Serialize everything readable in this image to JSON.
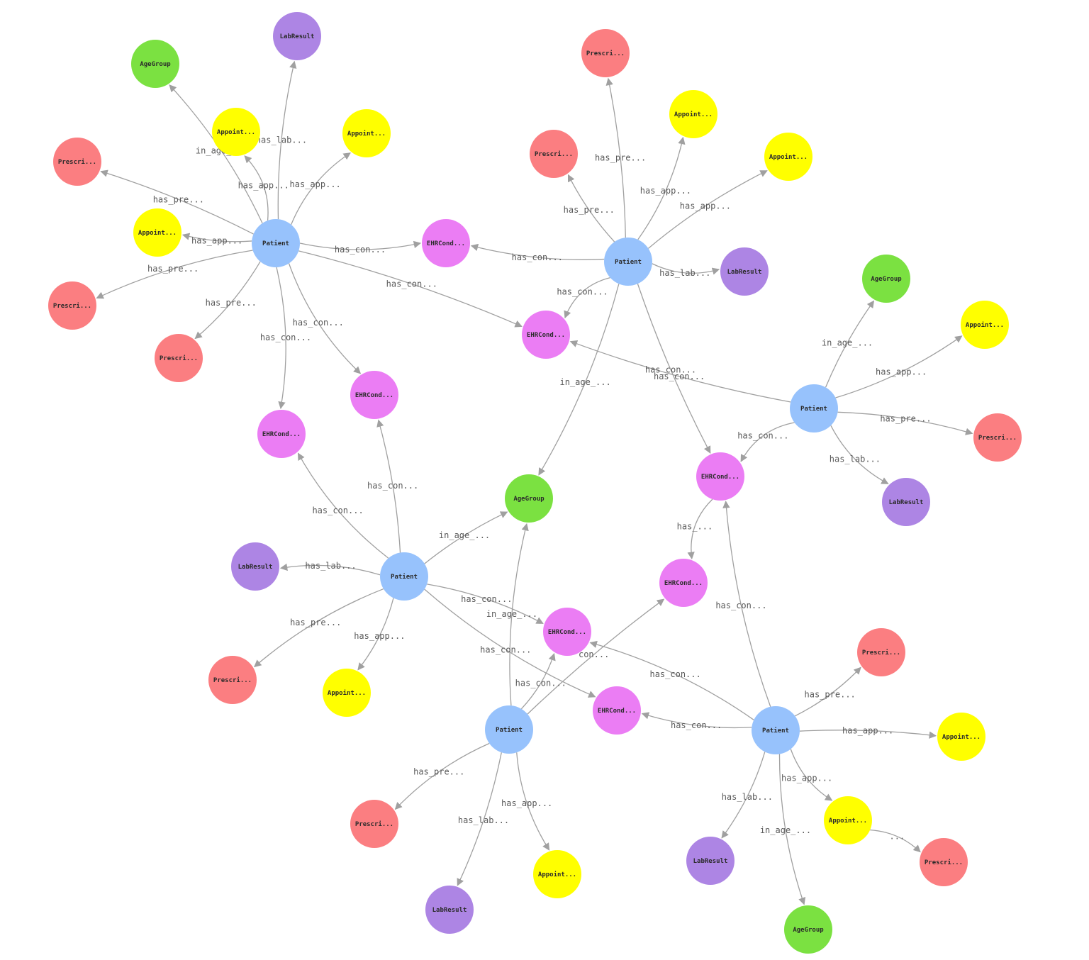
{
  "colors": {
    "Patient": "#97c2fc",
    "AgeGroup": "#7be141",
    "LabResult": "#ad85e4",
    "Appointment": "#ffff00",
    "Prescription": "#fb7e81",
    "EHRCondition": "#eb7df4",
    "edge": "#a0a0a0"
  },
  "nodes": [
    {
      "id": "p1",
      "type": "Patient",
      "label": "Patient"
    },
    {
      "id": "p2",
      "type": "Patient",
      "label": "Patient"
    },
    {
      "id": "p3",
      "type": "Patient",
      "label": "Patient"
    },
    {
      "id": "p4",
      "type": "Patient",
      "label": "Patient"
    },
    {
      "id": "p5",
      "type": "Patient",
      "label": "Patient"
    },
    {
      "id": "p6",
      "type": "Patient",
      "label": "Patient"
    },
    {
      "id": "ag1",
      "type": "AgeGroup",
      "label": "AgeGroup"
    },
    {
      "id": "ag2",
      "type": "AgeGroup",
      "label": "AgeGroup"
    },
    {
      "id": "ag3",
      "type": "AgeGroup",
      "label": "AgeGroup"
    },
    {
      "id": "ag4",
      "type": "AgeGroup",
      "label": "AgeGroup"
    },
    {
      "id": "lr1",
      "type": "LabResult",
      "label": "LabResult"
    },
    {
      "id": "lr2",
      "type": "LabResult",
      "label": "LabResult"
    },
    {
      "id": "lr3",
      "type": "LabResult",
      "label": "LabResult"
    },
    {
      "id": "lr4",
      "type": "LabResult",
      "label": "LabResult"
    },
    {
      "id": "lr5",
      "type": "LabResult",
      "label": "LabResult"
    },
    {
      "id": "lr6",
      "type": "LabResult",
      "label": "LabResult"
    },
    {
      "id": "ap1",
      "type": "Appointment",
      "label": "Appoint..."
    },
    {
      "id": "ap2",
      "type": "Appointment",
      "label": "Appoint..."
    },
    {
      "id": "ap3",
      "type": "Appointment",
      "label": "Appoint..."
    },
    {
      "id": "ap4",
      "type": "Appointment",
      "label": "Appoint..."
    },
    {
      "id": "ap5",
      "type": "Appointment",
      "label": "Appoint..."
    },
    {
      "id": "ap6",
      "type": "Appointment",
      "label": "Appoint..."
    },
    {
      "id": "ap7",
      "type": "Appointment",
      "label": "Appoint..."
    },
    {
      "id": "ap8",
      "type": "Appointment",
      "label": "Appoint..."
    },
    {
      "id": "ap9",
      "type": "Appointment",
      "label": "Appoint..."
    },
    {
      "id": "ap10",
      "type": "Appointment",
      "label": "Appoint..."
    },
    {
      "id": "pr1",
      "type": "Prescription",
      "label": "Prescri..."
    },
    {
      "id": "pr2",
      "type": "Prescription",
      "label": "Prescri..."
    },
    {
      "id": "pr3",
      "type": "Prescription",
      "label": "Prescri..."
    },
    {
      "id": "pr4",
      "type": "Prescription",
      "label": "Prescri..."
    },
    {
      "id": "pr5",
      "type": "Prescription",
      "label": "Prescri..."
    },
    {
      "id": "pr6",
      "type": "Prescription",
      "label": "Prescri..."
    },
    {
      "id": "pr7",
      "type": "Prescription",
      "label": "Prescri..."
    },
    {
      "id": "pr8",
      "type": "Prescription",
      "label": "Prescri..."
    },
    {
      "id": "pr9",
      "type": "Prescription",
      "label": "Prescri..."
    },
    {
      "id": "pr10",
      "type": "Prescription",
      "label": "Prescri..."
    },
    {
      "id": "pr11",
      "type": "Prescription",
      "label": "Prescri..."
    },
    {
      "id": "ec1",
      "type": "EHRCondition",
      "label": "EHRCond..."
    },
    {
      "id": "ec2",
      "type": "EHRCondition",
      "label": "EHRCond..."
    },
    {
      "id": "ec3",
      "type": "EHRCondition",
      "label": "EHRCond..."
    },
    {
      "id": "ec4",
      "type": "EHRCondition",
      "label": "EHRCond..."
    },
    {
      "id": "ec5",
      "type": "EHRCondition",
      "label": "EHRCond..."
    },
    {
      "id": "ec6",
      "type": "EHRCondition",
      "label": "EHRCond..."
    },
    {
      "id": "ec7",
      "type": "EHRCondition",
      "label": "EHRCond..."
    },
    {
      "id": "ec8",
      "type": "EHRCondition",
      "label": "EHRCond..."
    }
  ],
  "edges": [
    {
      "from": "p1",
      "to": "ag1",
      "label": "in_age_..."
    },
    {
      "from": "p1",
      "to": "lr1",
      "label": "has_lab..."
    },
    {
      "from": "p1",
      "to": "ap1",
      "label": "has_app..."
    },
    {
      "from": "p1",
      "to": "ap2",
      "label": "has_app..."
    },
    {
      "from": "p1",
      "to": "pr1",
      "label": "has_pre..."
    },
    {
      "from": "p1",
      "to": "ap3",
      "label": "has_app..."
    },
    {
      "from": "p1",
      "to": "pr2",
      "label": "has_pre..."
    },
    {
      "from": "p1",
      "to": "pr3",
      "label": "has_pre..."
    },
    {
      "from": "p1",
      "to": "ec1",
      "label": "has_con..."
    },
    {
      "from": "p1",
      "to": "ec2",
      "label": "has_con..."
    },
    {
      "from": "p1",
      "to": "ec3",
      "label": "has_con..."
    },
    {
      "from": "p1",
      "to": "ec4",
      "label": "has_con..."
    },
    {
      "from": "p2",
      "to": "pr4",
      "label": "has_pre..."
    },
    {
      "from": "p2",
      "to": "pr5",
      "label": "has_pre..."
    },
    {
      "from": "p2",
      "to": "ap4",
      "label": "has_app..."
    },
    {
      "from": "p2",
      "to": "ap5",
      "label": "has_app..."
    },
    {
      "from": "p2",
      "to": "lr2",
      "label": "has_lab..."
    },
    {
      "from": "p2",
      "to": "ec1",
      "label": "has_con..."
    },
    {
      "from": "p2",
      "to": "ec2",
      "label": "has_con..."
    },
    {
      "from": "p2",
      "to": "ag2",
      "label": "in_age_..."
    },
    {
      "from": "p2",
      "to": "ec5",
      "label": "has_con..."
    },
    {
      "from": "p3",
      "to": "ag3",
      "label": "in_age_..."
    },
    {
      "from": "p3",
      "to": "ap6",
      "label": "has_app..."
    },
    {
      "from": "p3",
      "to": "pr6",
      "label": "has_pre..."
    },
    {
      "from": "p3",
      "to": "lr3",
      "label": "has_lab..."
    },
    {
      "from": "p3",
      "to": "ec2",
      "label": "has_con..."
    },
    {
      "from": "p3",
      "to": "ec5",
      "label": "has_con..."
    },
    {
      "from": "p4",
      "to": "ec4",
      "label": "has_con..."
    },
    {
      "from": "p4",
      "to": "ec3",
      "label": "has_con..."
    },
    {
      "from": "p4",
      "to": "ag2",
      "label": "in_age_..."
    },
    {
      "from": "p4",
      "to": "lr4",
      "label": "has_lab..."
    },
    {
      "from": "p4",
      "to": "ap7",
      "label": "has_app..."
    },
    {
      "from": "p4",
      "to": "pr7",
      "label": "has_pre..."
    },
    {
      "from": "p4",
      "to": "ec7",
      "label": "has_con..."
    },
    {
      "from": "p4",
      "to": "ec8",
      "label": "has_con..."
    },
    {
      "from": "p5",
      "to": "ag2",
      "label": "in_age_..."
    },
    {
      "from": "p5",
      "to": "ec7",
      "label": "has_con..."
    },
    {
      "from": "p5",
      "to": "ec6",
      "label": "con..."
    },
    {
      "from": "p5",
      "to": "pr8",
      "label": "has_pre..."
    },
    {
      "from": "p5",
      "to": "lr5",
      "label": "has_lab..."
    },
    {
      "from": "p5",
      "to": "ap8",
      "label": "has_app..."
    },
    {
      "from": "p6",
      "to": "ec8",
      "label": "has_con..."
    },
    {
      "from": "p6",
      "to": "ec7",
      "label": "has_con..."
    },
    {
      "from": "p6",
      "to": "ec5",
      "label": "has_con..."
    },
    {
      "from": "p6",
      "to": "pr9",
      "label": "has_pre..."
    },
    {
      "from": "p6",
      "to": "ap9",
      "label": "has_app..."
    },
    {
      "from": "p6",
      "to": "ap10",
      "label": "has_app..."
    },
    {
      "from": "p6",
      "to": "lr6",
      "label": "has_lab..."
    },
    {
      "from": "p6",
      "to": "ag4",
      "label": "in_age_..."
    },
    {
      "from": "ap10",
      "to": "pr10",
      "label": "..."
    },
    {
      "from": "ec5",
      "to": "ec6",
      "label": "has_..."
    }
  ]
}
